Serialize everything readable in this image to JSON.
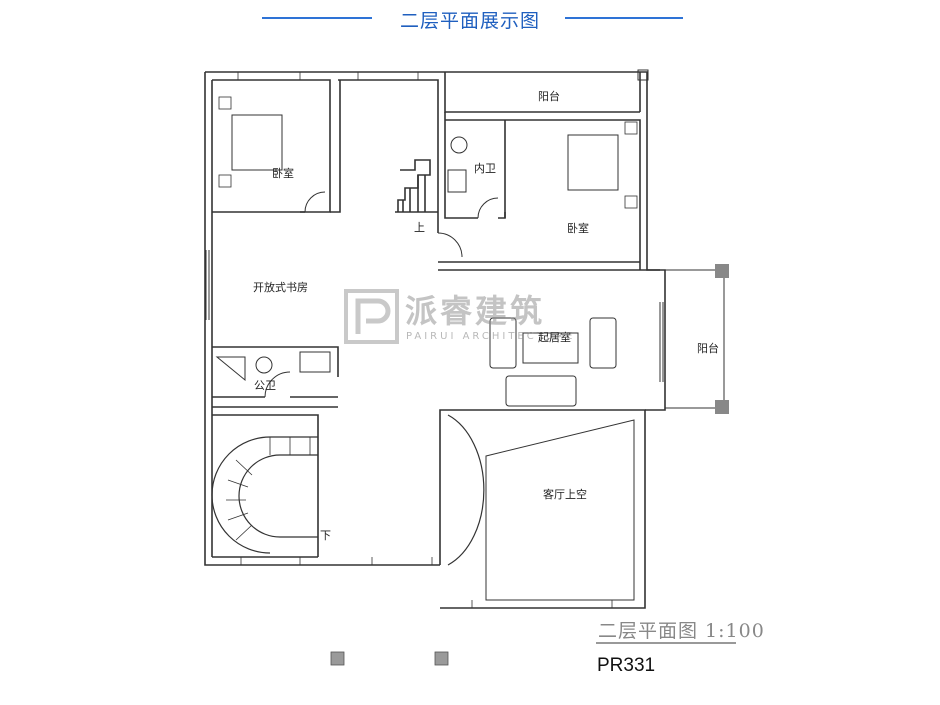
{
  "header": {
    "title": "二层平面展示图"
  },
  "rooms": {
    "bedroom_left": "卧室",
    "balcony_top": "阳台",
    "inner_bath": "内卫",
    "bedroom_right": "卧室",
    "stair_up": "上",
    "open_study": "开放式书房",
    "living": "起居室",
    "balcony_right": "阳台",
    "public_bath": "公卫",
    "hall_void": "客厅上空",
    "stair_down": "下"
  },
  "caption": {
    "scale": "二层平面图 1:100",
    "code": "PR331"
  },
  "watermark": {
    "cn": "派睿建筑",
    "en": "PAIRUI ARCHITECTURE"
  },
  "colors": {
    "title_blue": "#1f5fbf",
    "line_blue": "#2e73d6",
    "wall": "#333333",
    "marker": "#9a9a9a"
  }
}
